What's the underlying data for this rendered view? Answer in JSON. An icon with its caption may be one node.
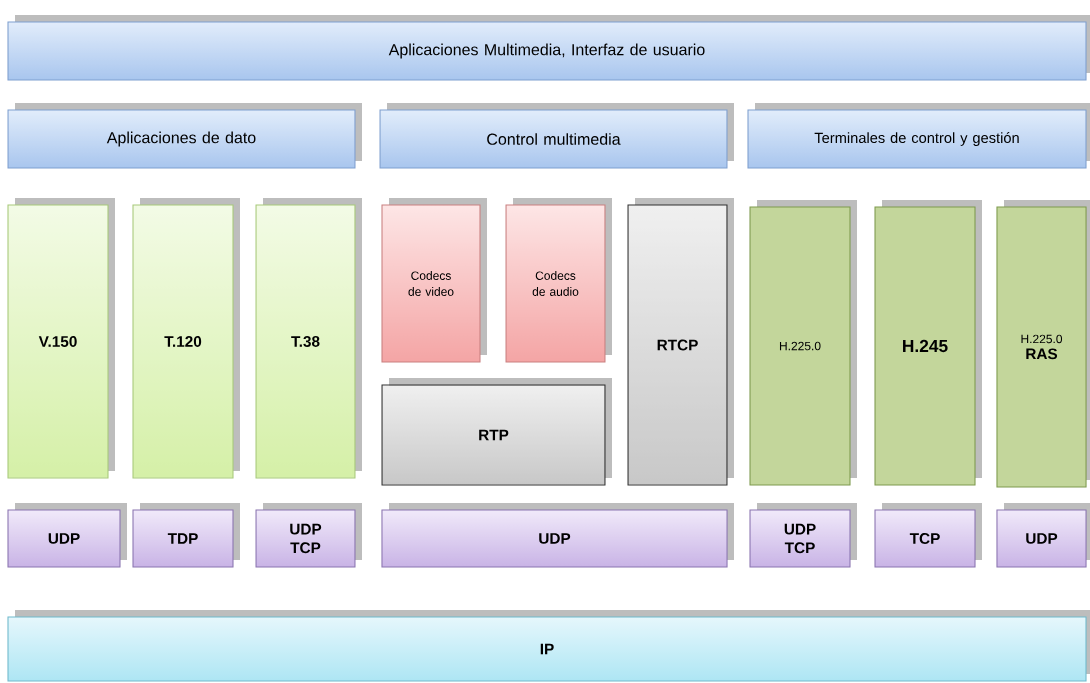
{
  "diagram": {
    "nodes": [
      {
        "text": [
          "Aplicaciones Multimedia, Interfaz de usuario"
        ]
      },
      {
        "text": [
          "Aplicaciones de dato"
        ]
      },
      {
        "text": [
          "Control multimedia"
        ]
      },
      {
        "text": [
          "Terminales de control y gestión"
        ]
      },
      {
        "text": [
          "V.150"
        ]
      },
      {
        "text": [
          "T.120"
        ]
      },
      {
        "text": [
          "T.38"
        ]
      },
      {
        "text": [
          "Codecs de video"
        ]
      },
      {
        "text": [
          "Codecs de audio"
        ]
      },
      {
        "text": [
          "RTCP"
        ]
      },
      {
        "text": [
          "RTP"
        ]
      },
      {
        "text": [
          "H.225.0"
        ]
      },
      {
        "text": [
          "H.245"
        ]
      },
      {
        "text": [
          "H.225.0",
          "RAS"
        ]
      },
      {
        "text": [
          "UDP"
        ]
      },
      {
        "text": [
          "TDP"
        ]
      },
      {
        "text": [
          "UDP TCP"
        ]
      },
      {
        "text": [
          "UDP"
        ]
      },
      {
        "text": [
          "UDP TCP"
        ]
      },
      {
        "text": [
          "TCP"
        ]
      },
      {
        "text": [
          "UDP"
        ]
      },
      {
        "text": [
          "IP"
        ]
      }
    ]
  }
}
